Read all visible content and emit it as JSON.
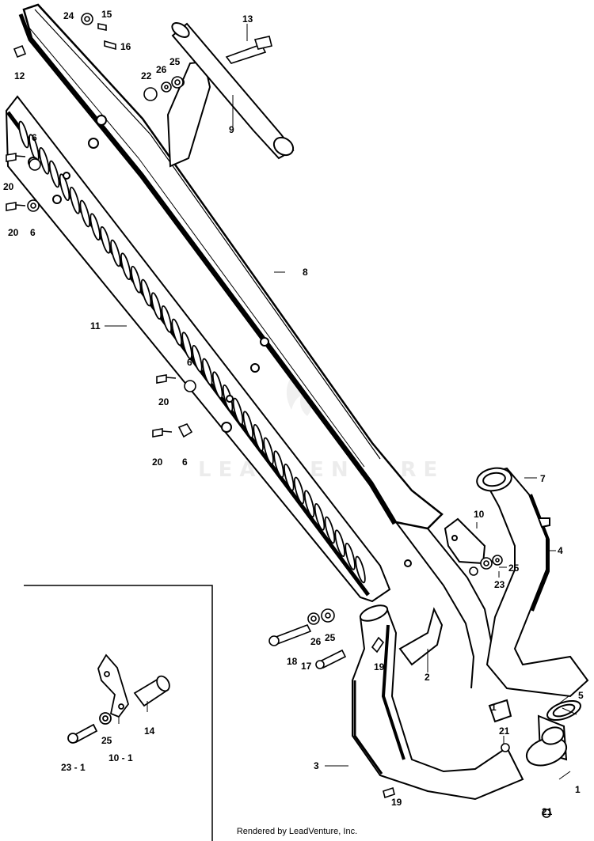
{
  "footer": "Rendered by LeadVenture, Inc.",
  "watermark": "LEADVENTURE",
  "callouts": {
    "c24": "24",
    "c15": "15",
    "c16": "16",
    "c13": "13",
    "c12": "12",
    "c26a": "26",
    "c25a": "25",
    "c22": "22",
    "c9": "9",
    "c6a": "6",
    "c20a": "20",
    "c20b": "20",
    "c6b": "6",
    "c8": "8",
    "c11": "11",
    "c6c": "6",
    "c20c": "20",
    "c20d": "20",
    "c6d": "6",
    "c7": "7",
    "c10": "10",
    "c4": "4",
    "c25b": "25",
    "c23": "23",
    "c18": "18",
    "c26b": "26",
    "c25c": "25",
    "c17": "17",
    "c19a": "19",
    "c2": "2",
    "c1a": "1",
    "c5": "5",
    "c21a": "21",
    "c1b": "1",
    "c3": "3",
    "c19b": "19",
    "c21b": "21",
    "c14": "14",
    "c25d": "25",
    "c23_1": "23 - 1",
    "c10_1": "10 - 1"
  },
  "colors": {
    "line": "#000000",
    "background": "#ffffff"
  }
}
